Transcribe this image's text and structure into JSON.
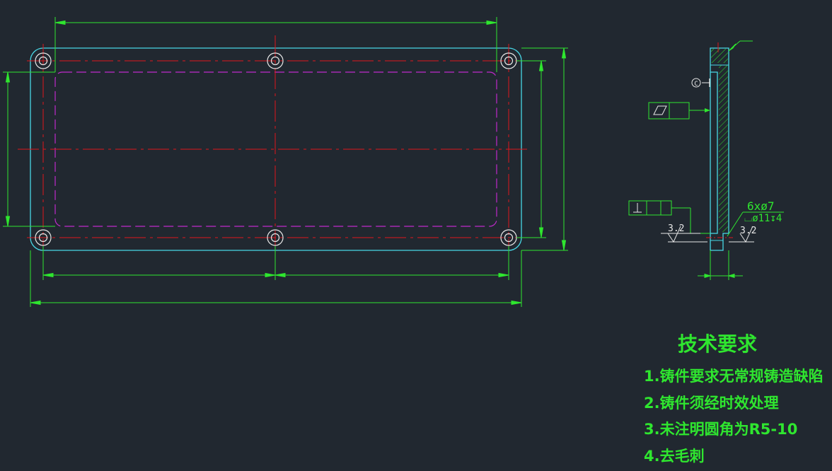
{
  "drawing": {
    "colors": {
      "background": "#212830",
      "outline": "#48d8e6",
      "centerline": "#e0161b",
      "hidden": "#c02acb",
      "dimension": "#2fe62f",
      "text": "#2fe62f",
      "annotation": "#e8e8e8"
    },
    "side_view": {
      "hole_callout_count": "6xø7",
      "hole_callout_counterbore": "⌴ø11↧4",
      "roughness_left": "3.2",
      "roughness_right": "3.2",
      "datum_label": "C",
      "tolerance_flatness_symbol": "▱",
      "tolerance_perpendicular_symbol": "⊥"
    },
    "technical_requirements": {
      "title": "技术要求",
      "items": [
        "1.铸件要求无常规铸造缺陷",
        "2.铸件须经时效处理",
        "3.未注明圆角为R5-10",
        "4.去毛刺"
      ]
    }
  }
}
